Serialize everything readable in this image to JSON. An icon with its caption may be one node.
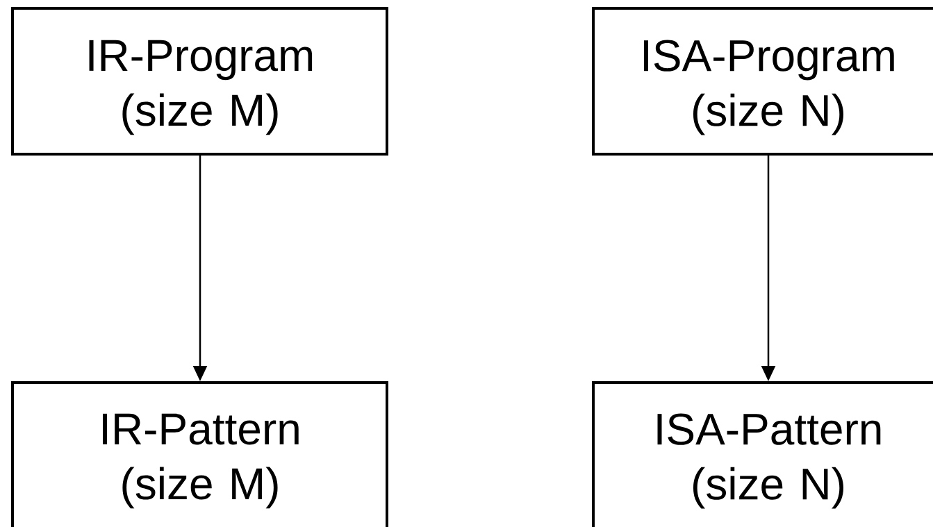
{
  "diagram": {
    "nodes": [
      {
        "text": [
          "IR-Program (size M)"
        ]
      },
      {
        "text": [
          "ISA-Program (size N)"
        ]
      },
      {
        "text": [
          "IR-Pattern (size M)"
        ]
      },
      {
        "text": [
          "ISA-Pattern (size N)"
        ]
      }
    ],
    "edges": [
      {
        "from": 0,
        "to": 2,
        "arrow": "to"
      },
      {
        "from": 1,
        "to": 3,
        "arrow": "to"
      }
    ]
  }
}
